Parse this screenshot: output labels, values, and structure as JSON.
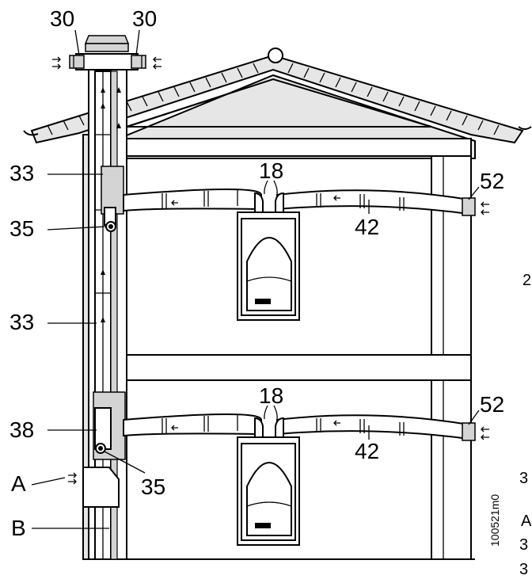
{
  "labels": {
    "roof_left": "30",
    "roof_right": "30",
    "upper_33": "33",
    "upper_35": "35",
    "upper_18": "18",
    "upper_52": "52",
    "upper_42": "42",
    "mid_33": "33",
    "lower_18": "18",
    "lower_52": "52",
    "lower_38": "38",
    "lower_42": "42",
    "lower_35": "35",
    "A": "A",
    "B": "B",
    "drawing_code": "100521m0",
    "edge_2": "2",
    "edge_3a": "3",
    "edge_A": "A",
    "edge_3b": "3",
    "edge_3c": "3"
  }
}
